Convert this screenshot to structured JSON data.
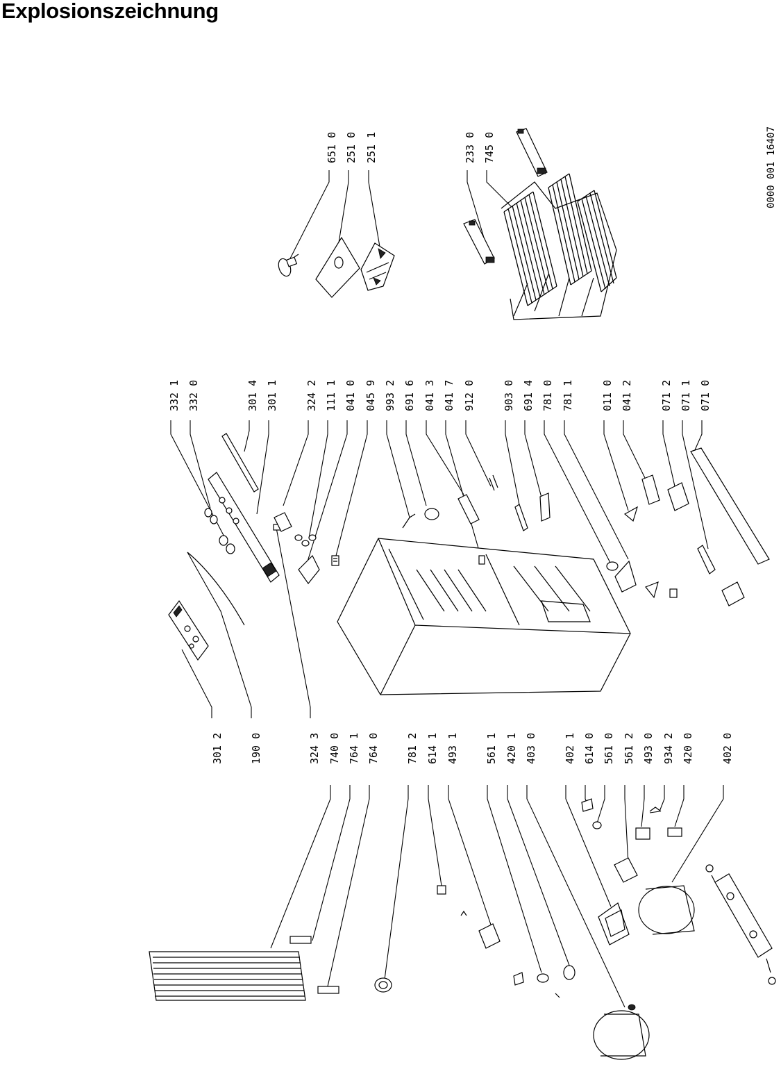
{
  "title": "Explosionszeichnung",
  "drawing_no": "0000 001  16407",
  "labels": {
    "l3012": "301 2",
    "l1900": "190 0",
    "l3243": "324 3",
    "l7400": "740 0",
    "l7641": "764 1",
    "l7640": "764 0",
    "l7812": "781 2",
    "l6141": "614 1",
    "l4931": "493 1",
    "l5611": "561 1",
    "l4201": "420 1",
    "l4030": "403 0",
    "l4021": "402 1",
    "l6140": "614 0",
    "l5610": "561 0",
    "l5612": "561 2",
    "l4930": "493 0",
    "l9342": "934 2",
    "l4200": "420 0",
    "l4020": "402 0",
    "l3321": "332 1",
    "l3320": "332 0",
    "l3014": "301 4",
    "l3011": "301 1",
    "l3242": "324 2",
    "l1111": "111 1",
    "l0410": "041 0",
    "l0459": "045 9",
    "l9932": "993 2",
    "l6916": "691 6",
    "l0413": "041 3",
    "l0417": "041 7",
    "l9120": "912 0",
    "l9030": "903 0",
    "l6914": "691 4",
    "l7810": "781 0",
    "l7811": "781 1",
    "l0110": "011 0",
    "l0412": "041 2",
    "l0712": "071 2",
    "l0711": "071 1",
    "l0710": "071 0",
    "l6510": "651 0",
    "l2510": "251 0",
    "l2511": "251 1",
    "l2330": "233 0",
    "l7450": "745 0"
  }
}
